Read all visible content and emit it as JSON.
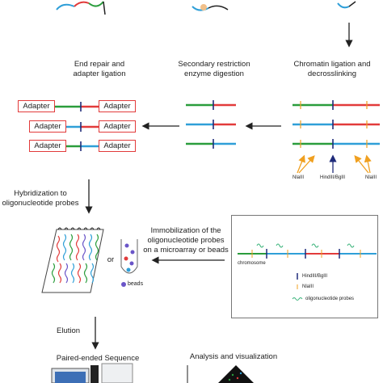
{
  "steps": {
    "end_repair": "End repair and\nadapter ligation",
    "secondary_digestion": "Secondary restriction\nenzyme digestion",
    "chromatin_ligation": "Chromatin ligation and\ndecrosslinking",
    "hybridization": "Hybridization to\noligonucleotide probes",
    "immobilization": "Immobilization of the\noligonucleotide probes\non a microarray or beads",
    "elution": "Elution",
    "paired_end": "Paired-ended Sequence",
    "analysis": "Analysis and visualization"
  },
  "adapter_label": "Adapter",
  "or_label": "or",
  "beads_label": "beads",
  "enzymes": {
    "left": "NlaIII",
    "center": "HindIII/BglII",
    "right": "NlaIII"
  },
  "legend": {
    "chromosome": "chromosome",
    "hindiii": "HindIII/BglII",
    "nlaiii": "NlaIII",
    "probes": "oligonucleotide probes"
  },
  "colors": {
    "red": "#e23b3b",
    "green": "#2a9d3c",
    "blue": "#2f9fd8",
    "navy": "#1f2b7a",
    "orange": "#f0a020",
    "purple": "#6a55c8"
  }
}
